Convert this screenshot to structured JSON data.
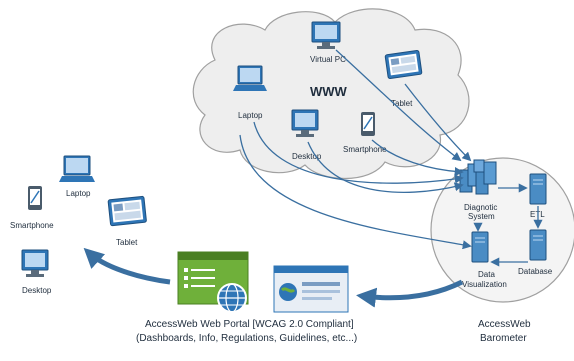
{
  "cloud": {
    "title": "WWW",
    "devices": {
      "virtual_pc": "Virtual PC",
      "tablet": "Tablet",
      "laptop": "Laptop",
      "desktop": "Desktop",
      "smartphone": "Smartphone"
    }
  },
  "client_devices": {
    "laptop": "Laptop",
    "smartphone": "Smartphone",
    "tablet": "Tablet",
    "desktop": "Desktop"
  },
  "barometer": {
    "title_line1": "AccessWeb",
    "title_line2": "Barometer",
    "diagnostic_line1": "Diagnotic",
    "diagnostic_line2": "System",
    "etl": "ETL",
    "database": "Database",
    "data_viz_line1": "Data",
    "data_viz_line2": "Visualization"
  },
  "portal": {
    "caption_line1": "AccessWeb Web Portal [WCAG 2.0 Compliant]",
    "caption_line2": "(Dashboards, Info, Regulations, Guidelines, etc...)"
  },
  "colors": {
    "arrow": "#3a6fa0",
    "cloud_fill": "#eeeeee",
    "cloud_stroke": "#a0a0a0",
    "device_blue": "#2e75b6",
    "server_blue": "#4a8cc4",
    "portal_green": "#6fb03a",
    "barometer_fill": "#f4f4f4"
  }
}
